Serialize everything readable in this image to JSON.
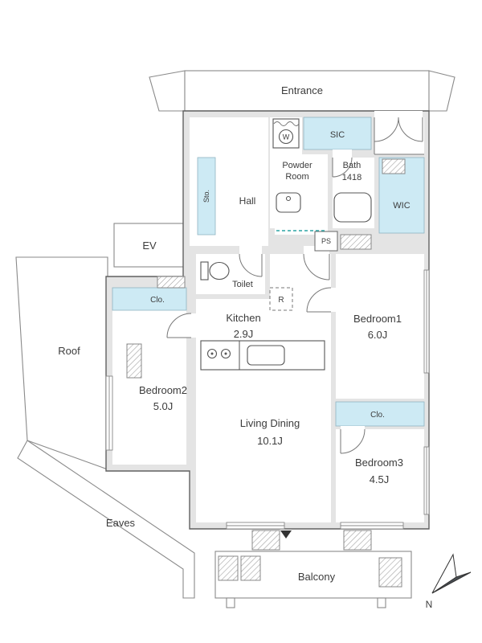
{
  "plan": {
    "labels": {
      "entrance": "Entrance",
      "sic": "SIC",
      "washer": "W",
      "powder_line1": "Powder",
      "powder_line2": "Room",
      "bath_line1": "Bath",
      "bath_line2": "1418",
      "wic": "WIC",
      "hall": "Hall",
      "sto": "Sto.",
      "ev": "EV",
      "ps": "PS",
      "toilet": "Toilet",
      "fridge": "R",
      "kitchen_line1": "Kitchen",
      "kitchen_line2": "2.9J",
      "bedroom1_line1": "Bedroom1",
      "bedroom1_line2": "6.0J",
      "clo_left": "Clo.",
      "clo_right": "Clo.",
      "bedroom2_line1": "Bedroom2",
      "bedroom2_line2": "5.0J",
      "living_line1": "Living Dining",
      "living_line2": "10.1J",
      "bedroom3_line1": "Bedroom3",
      "bedroom3_line2": "4.5J",
      "roof": "Roof",
      "eaves": "Eaves",
      "balcony": "Balcony",
      "north": "N"
    },
    "colors": {
      "wall_fill": "#e4e4e4",
      "wall_line": "#606060",
      "closet_fill": "#cdeaf4",
      "text": "#3c3c3c",
      "sliding_door_dash": "#2ba3a3"
    }
  }
}
